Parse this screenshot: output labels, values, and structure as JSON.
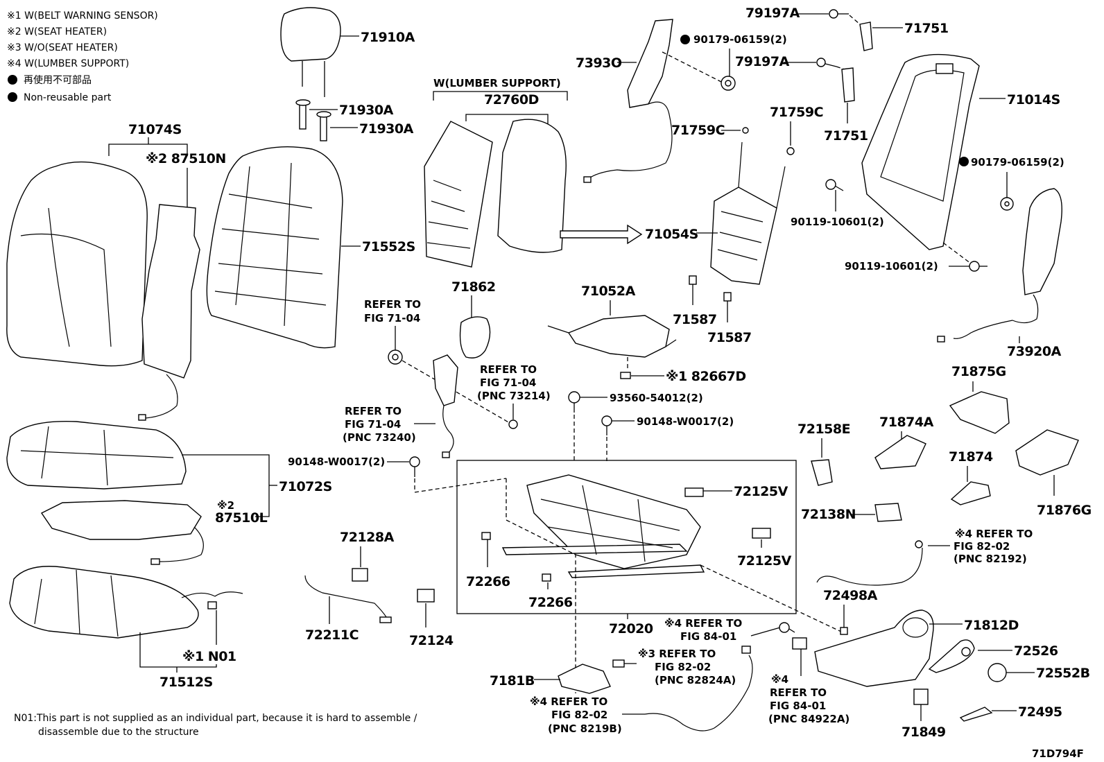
{
  "legend": {
    "items": [
      "※1 W(BELT WARNING SENSOR)",
      "※2 W(SEAT HEATER)",
      "※3 W/O(SEAT HEATER)",
      "※4 W(LUMBER SUPPORT)"
    ],
    "nonreusable_jp": "再使用不可部品",
    "nonreusable_en": "Non-reusable part"
  },
  "parts": {
    "p71910A": "71910A",
    "p71930A_1": "71930A",
    "p71930A_2": "71930A",
    "p71074S": "71074S",
    "p87510N": "※2 87510N",
    "p71552S": "71552S",
    "w_lumber": "W(LUMBER SUPPORT)",
    "p72760D": "72760D",
    "p7393O": "7393O",
    "p90179_top": "90179-06159(2)",
    "p79197A_1": "79197A",
    "p71751_1": "71751",
    "p79197A_2": "79197A",
    "p71751_2": "71751",
    "p71759C_1": "71759C",
    "p71759C_2": "71759C",
    "p71054S": "71054S",
    "p71014S": "71014S",
    "p90179_right": "90179-06159(2)",
    "p90119_1": "90119-10601(2)",
    "p90119_2": "90119-10601(2)",
    "p73920A": "73920A",
    "p71587_1": "71587",
    "p71587_2": "71587",
    "p71862": "71862",
    "p71052A": "71052A",
    "p82667D": "※1 82667D",
    "p93560": "93560-54012(2)",
    "p90148_1": "90148-W0017(2)",
    "p90148_2": "90148-W0017(2)",
    "p71072S": "71072S",
    "p87510L_mark": "※2",
    "p87510L": "87510L",
    "p72128A": "72128A",
    "p72211C": "72211C",
    "p72124": "72124",
    "p72266_1": "72266",
    "p72266_2": "72266",
    "p72125V_1": "72125V",
    "p72125V_2": "72125V",
    "p72020": "72020",
    "p72158E": "72158E",
    "p72138N": "72138N",
    "p71875G": "71875G",
    "p71874A": "71874A",
    "p71874": "71874",
    "p71876G": "71876G",
    "p72498A": "72498A",
    "p71812D": "71812D",
    "p72526": "72526",
    "p72552B": "72552B",
    "p72495": "72495",
    "p71849": "71849",
    "p71512S": "71512S",
    "pN01": "※1 N01",
    "p7181B": "7181B"
  },
  "refs": {
    "r1": [
      "REFER TO",
      "FIG 71-04"
    ],
    "r2": [
      "REFER TO",
      "FIG 71-04",
      "(PNC 73214)"
    ],
    "r3": [
      "REFER TO",
      "FIG 71-04",
      "(PNC 73240)"
    ],
    "r4": [
      "※4 REFER TO",
      "FIG 82-02",
      "(PNC 82192)"
    ],
    "r5": [
      "※4 REFER TO",
      "FIG 84-01"
    ],
    "r6": [
      "※3 REFER TO",
      "FIG 82-02",
      "(PNC 82824A)"
    ],
    "r7": [
      "※4",
      "REFER TO",
      "FIG 84-01",
      "(PNC 84922A)"
    ],
    "r8": [
      "※4 REFER TO",
      "FIG 82-02",
      "(PNC 8219B)"
    ]
  },
  "footnote": {
    "line1": "N01:This part is not supplied as an individual part, because it is hard to assemble /",
    "line2": "disassemble due to the structure"
  },
  "figure_id": "71D794F"
}
